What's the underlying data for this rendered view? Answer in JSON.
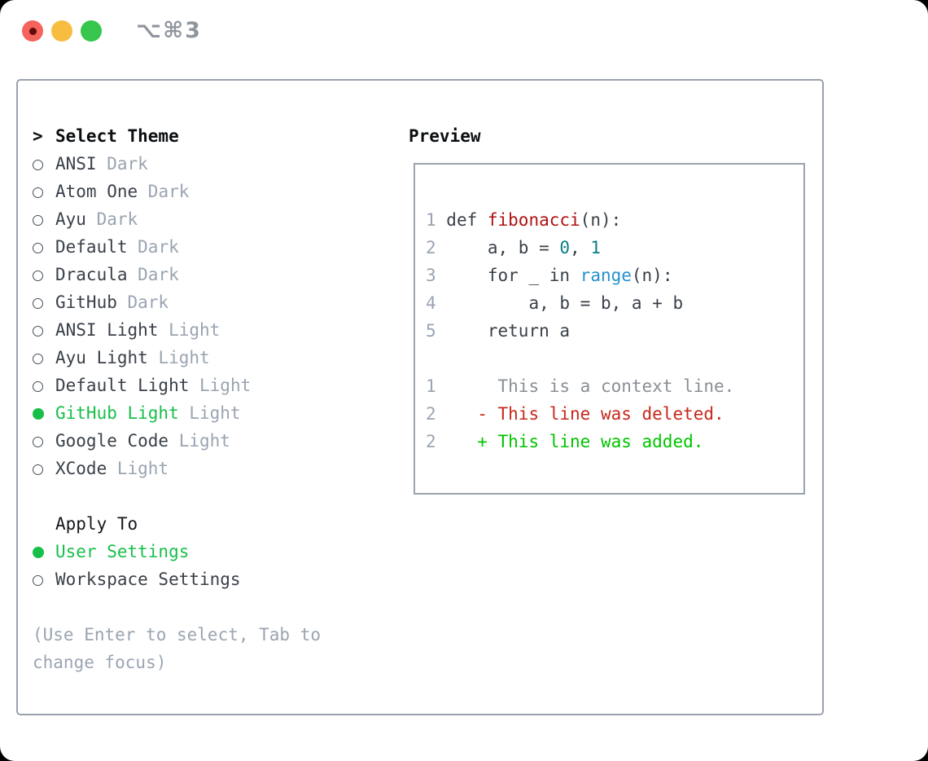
{
  "window": {
    "title": "⌥⌘3",
    "traffic_lights": [
      {
        "name": "close",
        "color": "#f4635c",
        "has_inner_dot": true,
        "dot_color": "#5f0a0b"
      },
      {
        "name": "minimize",
        "color": "#f6bd40",
        "has_inner_dot": false
      },
      {
        "name": "zoom",
        "color": "#36c64b",
        "has_inner_dot": false
      }
    ]
  },
  "theme_panel": {
    "header_marker": ">",
    "header_label": "Select Theme",
    "items": [
      {
        "name": "ANSI",
        "tag": "Dark",
        "selected": false
      },
      {
        "name": "Atom One",
        "tag": "Dark",
        "selected": false
      },
      {
        "name": "Ayu",
        "tag": "Dark",
        "selected": false
      },
      {
        "name": "Default",
        "tag": "Dark",
        "selected": false
      },
      {
        "name": "Dracula",
        "tag": "Dark",
        "selected": false
      },
      {
        "name": "GitHub",
        "tag": "Dark",
        "selected": false
      },
      {
        "name": "ANSI Light",
        "tag": "Light",
        "selected": false
      },
      {
        "name": "Ayu Light",
        "tag": "Light",
        "selected": false
      },
      {
        "name": "Default Light",
        "tag": "Light",
        "selected": false
      },
      {
        "name": "GitHub Light",
        "tag": "Light",
        "selected": true
      },
      {
        "name": "Google Code",
        "tag": "Light",
        "selected": false
      },
      {
        "name": "XCode",
        "tag": "Light",
        "selected": false
      }
    ],
    "apply_to_label": "Apply To",
    "apply_to_options": [
      {
        "name": "User Settings",
        "selected": true
      },
      {
        "name": "Workspace Settings",
        "selected": false
      }
    ],
    "hint_lines": [
      "(Use Enter to select, Tab to",
      "change focus)"
    ]
  },
  "preview": {
    "header": "Preview",
    "lines": [
      [
        {
          "t": "1 ",
          "c": "ln"
        },
        {
          "t": "def ",
          "c": "code"
        },
        {
          "t": "fibonacci",
          "c": "fn"
        },
        {
          "t": "(n):",
          "c": "code"
        }
      ],
      [
        {
          "t": "2 ",
          "c": "ln"
        },
        {
          "t": "    a, b = ",
          "c": "code"
        },
        {
          "t": "0",
          "c": "num"
        },
        {
          "t": ", ",
          "c": "code"
        },
        {
          "t": "1",
          "c": "num"
        }
      ],
      [
        {
          "t": "3 ",
          "c": "ln"
        },
        {
          "t": "    for _ in ",
          "c": "code"
        },
        {
          "t": "range",
          "c": "blt"
        },
        {
          "t": "(n):",
          "c": "code"
        }
      ],
      [
        {
          "t": "4 ",
          "c": "ln"
        },
        {
          "t": "        a, b = b, a + b",
          "c": "code"
        }
      ],
      [
        {
          "t": "5 ",
          "c": "ln"
        },
        {
          "t": "    return a",
          "c": "code"
        }
      ],
      [],
      [
        {
          "t": "1 ",
          "c": "ln"
        },
        {
          "t": "     This is a context line.",
          "c": "ctx"
        }
      ],
      [
        {
          "t": "2 ",
          "c": "ln"
        },
        {
          "t": "   - This line was deleted.",
          "c": "del"
        }
      ],
      [
        {
          "t": "2 ",
          "c": "ln"
        },
        {
          "t": "   + This line was added.",
          "c": "add"
        }
      ]
    ]
  },
  "colors": {
    "ln": "#9aa4b2",
    "code": "#3a4049",
    "fn": "#b01112",
    "num": "#0a7d85",
    "blt": "#2492cc",
    "ctx": "#8a8f96",
    "del": "#c6281c",
    "add": "#00c400",
    "accent_green": "#17bf4a",
    "item_text": "#3a4049",
    "tag_text": "#9aa4b2",
    "hint_text": "#9aa4b2",
    "header_text": "#0b0e11",
    "panel_border": "#9aa2ae",
    "title_text": "#8f959d",
    "traffic_red": "#f4635c",
    "traffic_yellow": "#f6bd40",
    "traffic_green": "#36c64b"
  }
}
